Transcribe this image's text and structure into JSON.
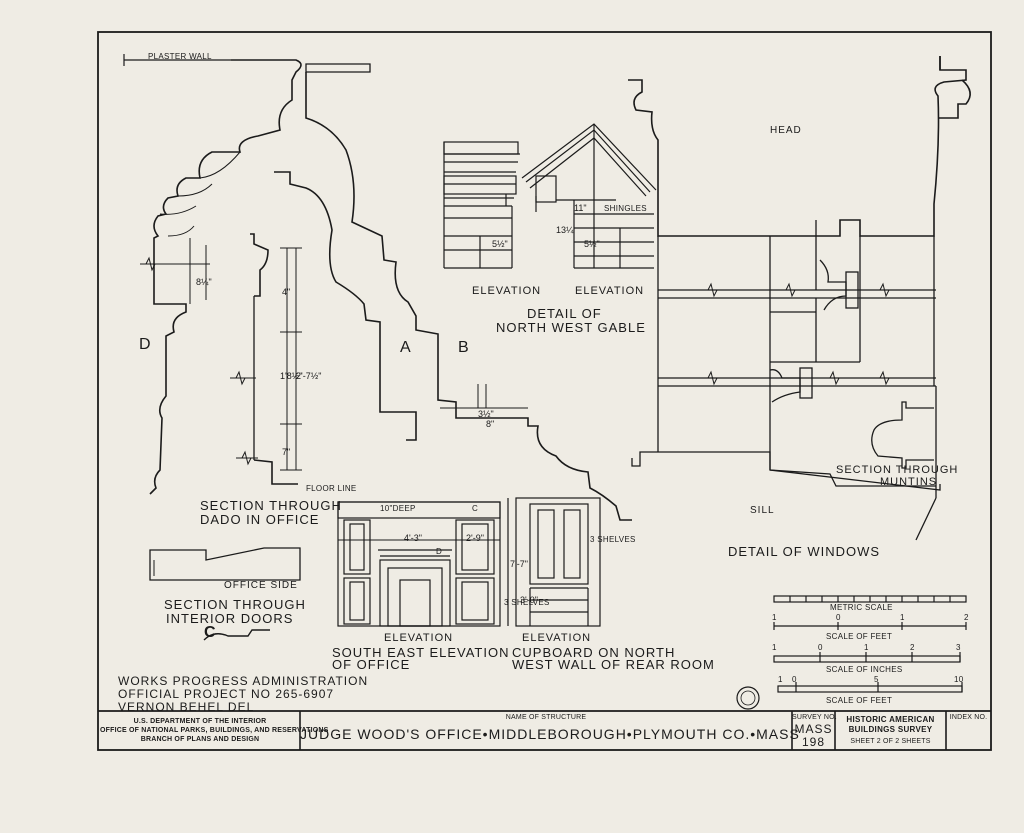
{
  "labels": {
    "plaster_wall": "PLASTER WALL",
    "head": "HEAD",
    "shingles": "SHINGLES",
    "elevation_left": "ELEVATION",
    "elevation_right": "ELEVATION",
    "detail_gable_1": "DETAIL OF",
    "detail_gable_2": "NORTH WEST GABLE",
    "mark_a": "A",
    "mark_b": "B",
    "mark_c": "C",
    "mark_d": "D",
    "floor_line": "FLOOR LINE",
    "section_dado_1": "SECTION THROUGH",
    "section_dado_2": "DADO IN OFFICE",
    "office_side": "OFFICE SIDE",
    "section_doors_1": "SECTION THROUGH",
    "section_doors_2": "INTERIOR DOORS",
    "deep_note": "10\"DEEP",
    "shelves_top": "3 SHELVES",
    "shelves_bottom": "3 SHELVES",
    "elev_se": "ELEVATION",
    "elev_cup": "ELEVATION",
    "se_elev_1": "SOUTH EAST ELEVATION",
    "se_elev_2": "OF OFFICE",
    "cupboard_1": "CUPBOARD ON NORTH",
    "cupboard_2": "WEST WALL OF REAR ROOM",
    "sill": "SILL",
    "detail_windows": "DETAIL OF WINDOWS",
    "section_muntins_1": "SECTION THROUGH",
    "section_muntins_2": "MUNTINS",
    "metric_scale": "METRIC SCALE",
    "scale_feet_1": "SCALE OF FEET",
    "scale_inches": "SCALE OF INCHES",
    "scale_feet_2": "SCALE OF FEET",
    "wpa_1": "WORKS PROGRESS ADMINISTRATION",
    "wpa_2": "OFFICIAL PROJECT NO 265-6907",
    "wpa_3": "VERNON BEHEL DEL"
  },
  "dimensions": {
    "d_8q": "8¼\"",
    "d_4": "4\"",
    "d_18": "1'8½\"",
    "d_27": "2'-7½\"",
    "d_7": "7\"",
    "d_55": "5½\"",
    "d_11": "11\"",
    "d_13": "13¼",
    "d_56": "5½\"",
    "d_32": "3½\"",
    "d_8": "8\"",
    "d_43": "4'-3\"",
    "d_29": "2'-9\"",
    "d_77": "7'-7\"",
    "d_30": "3'-0\""
  },
  "scales": {
    "metric_ticks": [
      "1",
      "0",
      "1",
      "2"
    ],
    "feet_ticks": [
      "1",
      "0",
      "1",
      "2",
      "3"
    ],
    "feet2_ticks": [
      "1",
      "0",
      "5",
      "10"
    ]
  },
  "title_block": {
    "agency_1": "U.S. DEPARTMENT OF THE INTERIOR",
    "agency_2": "OFFICE OF NATIONAL PARKS, BUILDINGS, AND RESERVATIONS",
    "agency_3": "BRANCH OF PLANS AND DESIGN",
    "name_caption": "NAME OF STRUCTURE",
    "structure_name": "JUDGE WOOD'S OFFICE•MIDDLEBOROUGH•PLYMOUTH CO.•MASS",
    "survey_caption": "SURVEY NO.",
    "survey_state": "MASS",
    "survey_number": "198",
    "habs_1": "HISTORIC AMERICAN",
    "habs_2": "BUILDINGS SURVEY",
    "sheet_text": "SHEET 2 OF 2 SHEETS",
    "index_caption": "INDEX NO."
  }
}
